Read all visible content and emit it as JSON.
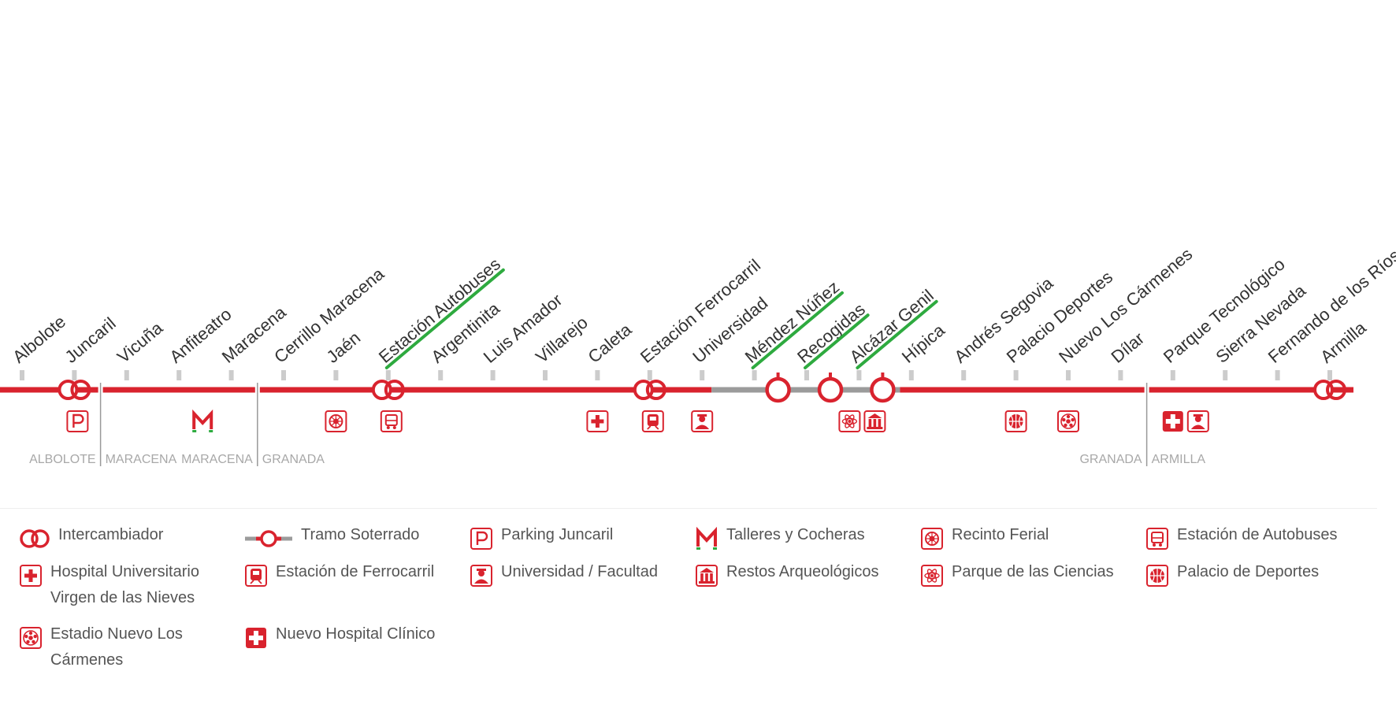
{
  "colors": {
    "line": "#d9232e",
    "underground": "#9b9b9b",
    "highlight": "#2eaa3f",
    "station_text": "#333333",
    "zone_text": "#a8a8a8",
    "legend_text": "#555555"
  },
  "stations": [
    {
      "name": "Albolote",
      "type": "regular",
      "icons": [],
      "highlight": false
    },
    {
      "name": "Juncaril",
      "type": "interchange",
      "icons": [
        "parking-icon"
      ],
      "highlight": false
    },
    {
      "name": "Vicuña",
      "type": "regular",
      "icons": [],
      "highlight": false
    },
    {
      "name": "Anfiteatro",
      "type": "regular",
      "icons": [
        "depot-icon"
      ],
      "highlight": false
    },
    {
      "name": "Maracena",
      "type": "regular",
      "icons": [],
      "highlight": false
    },
    {
      "name": "Cerrillo Maracena",
      "type": "regular",
      "icons": [],
      "highlight": false
    },
    {
      "name": "Jaén",
      "type": "regular",
      "icons": [
        "fairground-icon"
      ],
      "highlight": false
    },
    {
      "name": "Estación Autobuses",
      "type": "interchange",
      "icons": [
        "bus-station-icon"
      ],
      "highlight": true
    },
    {
      "name": "Argentinita",
      "type": "regular",
      "icons": [],
      "highlight": false
    },
    {
      "name": "Luis Amador",
      "type": "regular",
      "icons": [],
      "highlight": false
    },
    {
      "name": "Villarejo",
      "type": "regular",
      "icons": [],
      "highlight": false
    },
    {
      "name": "Caleta",
      "type": "regular",
      "icons": [
        "hospital-icon"
      ],
      "highlight": false
    },
    {
      "name": "Estación Ferrocarril",
      "type": "interchange",
      "icons": [
        "train-station-icon"
      ],
      "highlight": false
    },
    {
      "name": "Universidad",
      "type": "regular",
      "icons": [
        "university-icon"
      ],
      "highlight": false
    },
    {
      "name": "Méndez Núñez",
      "type": "underground",
      "icons": [],
      "highlight": true
    },
    {
      "name": "Recogidas",
      "type": "underground",
      "icons": [],
      "highlight": true
    },
    {
      "name": "Alcázar Genil",
      "type": "underground",
      "icons": [
        "science-park-icon",
        "ruins-icon"
      ],
      "highlight": true
    },
    {
      "name": "Hípica",
      "type": "regular",
      "icons": [],
      "highlight": false
    },
    {
      "name": "Andrés Segovia",
      "type": "regular",
      "icons": [],
      "highlight": false
    },
    {
      "name": "Palacio Deportes",
      "type": "regular",
      "icons": [
        "sports-palace-icon"
      ],
      "highlight": false
    },
    {
      "name": "Nuevo Los Cármenes",
      "type": "regular",
      "icons": [
        "stadium-icon"
      ],
      "highlight": false
    },
    {
      "name": "Dílar",
      "type": "regular",
      "icons": [],
      "highlight": false
    },
    {
      "name": "Parque Tecnológico",
      "type": "regular",
      "icons": [
        "clinical-hospital-icon",
        "university-icon"
      ],
      "highlight": false
    },
    {
      "name": "Sierra Nevada",
      "type": "regular",
      "icons": [],
      "highlight": false
    },
    {
      "name": "Fernando de los Ríos",
      "type": "regular",
      "icons": [],
      "highlight": false
    },
    {
      "name": "Armilla",
      "type": "interchange",
      "icons": [],
      "highlight": false
    }
  ],
  "zones": [
    "ALBOLOTE",
    "MARACENA",
    "MARACENA",
    "GRANADA",
    "GRANADA",
    "ARMILLA"
  ],
  "legend": [
    {
      "icon": "interchange-icon",
      "label": "Intercambiador"
    },
    {
      "icon": "underground-section-icon",
      "label": "Tramo Soterrado"
    },
    {
      "icon": "parking-icon",
      "label": "Parking Juncaril"
    },
    {
      "icon": "depot-icon",
      "label": "Talleres y Cocheras"
    },
    {
      "icon": "fairground-icon",
      "label": "Recinto Ferial"
    },
    {
      "icon": "bus-station-icon",
      "label": "Estación de Autobuses"
    },
    {
      "icon": "hospital-icon",
      "label": "Hospital Universitario Virgen de las Nieves"
    },
    {
      "icon": "train-station-icon",
      "label": "Estación de Ferrocarril"
    },
    {
      "icon": "university-icon",
      "label": "Universidad / Facultad"
    },
    {
      "icon": "ruins-icon",
      "label": "Restos Arqueológicos"
    },
    {
      "icon": "science-park-icon",
      "label": "Parque de las Ciencias"
    },
    {
      "icon": "sports-palace-icon",
      "label": "Palacio de Deportes"
    },
    {
      "icon": "stadium-icon",
      "label": "Estadio Nuevo Los Cármenes"
    },
    {
      "icon": "clinical-hospital-icon",
      "label": "Nuevo Hospital Clínico"
    }
  ]
}
